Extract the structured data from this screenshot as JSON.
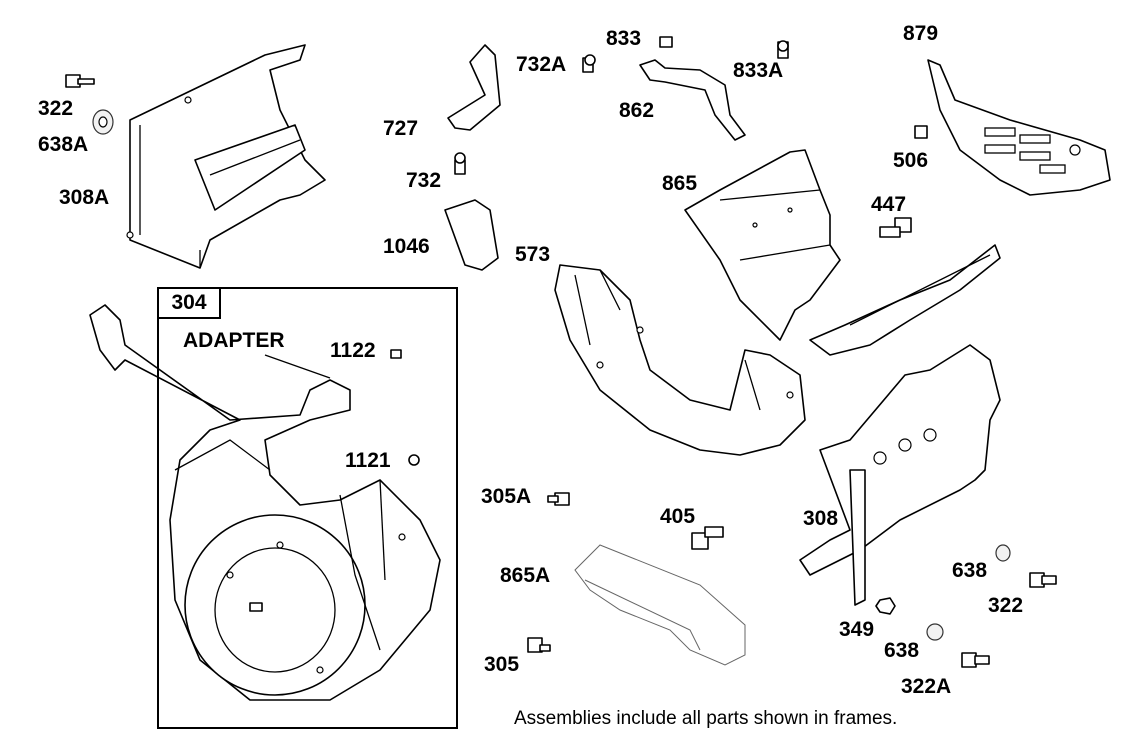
{
  "parts": [
    {
      "id": "p322a",
      "label": "322"
    },
    {
      "id": "p638a",
      "label": "638A"
    },
    {
      "id": "p308a",
      "label": "308A"
    },
    {
      "id": "p727",
      "label": "727"
    },
    {
      "id": "p732",
      "label": "732"
    },
    {
      "id": "p1046",
      "label": "1046"
    },
    {
      "id": "p732A",
      "label": "732A"
    },
    {
      "id": "p833",
      "label": "833"
    },
    {
      "id": "p833A",
      "label": "833A"
    },
    {
      "id": "p862",
      "label": "862"
    },
    {
      "id": "p879",
      "label": "879"
    },
    {
      "id": "p506",
      "label": "506"
    },
    {
      "id": "p865",
      "label": "865"
    },
    {
      "id": "p447",
      "label": "447"
    },
    {
      "id": "p573",
      "label": "573"
    },
    {
      "id": "p1122",
      "label": "1122"
    },
    {
      "id": "p1121",
      "label": "1121"
    },
    {
      "id": "p305A",
      "label": "305A"
    },
    {
      "id": "p405",
      "label": "405"
    },
    {
      "id": "p308",
      "label": "308"
    },
    {
      "id": "p865A",
      "label": "865A"
    },
    {
      "id": "p305",
      "label": "305"
    },
    {
      "id": "p638b",
      "label": "638"
    },
    {
      "id": "p322b",
      "label": "322"
    },
    {
      "id": "p349",
      "label": "349"
    },
    {
      "id": "p638c",
      "label": "638"
    },
    {
      "id": "p322A",
      "label": "322A"
    }
  ],
  "frame": {
    "tag": "304",
    "adapter_label": "ADAPTER"
  },
  "note": "Assemblies include all parts shown in frames."
}
